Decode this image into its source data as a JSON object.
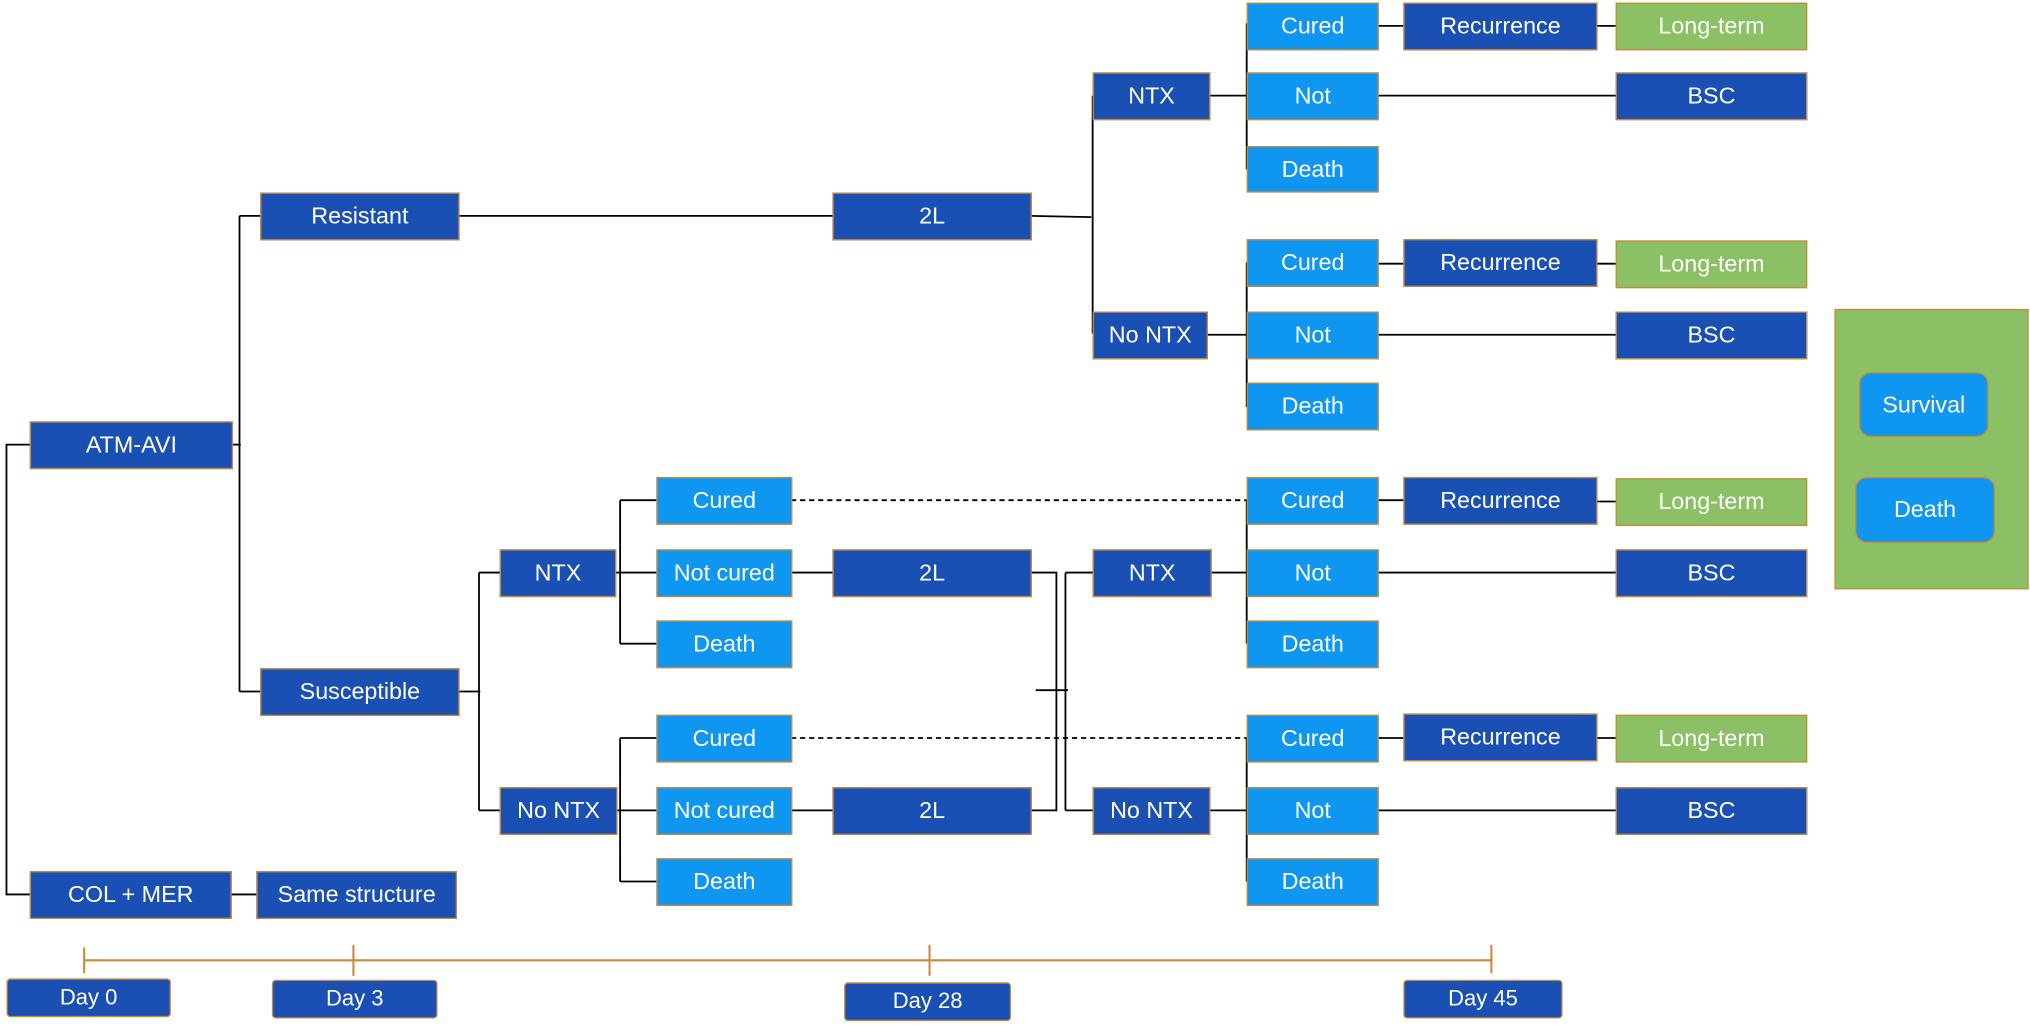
{
  "colors": {
    "dark_node": "#1a4fb4",
    "light_node": "#0f96f0",
    "green_node": "#8cc064",
    "border": "#c98a3a",
    "timeline": "#c98a3a",
    "line": "#000000"
  },
  "root": {
    "atm_avi": "ATM-AVI",
    "col_mer": "COL + MER",
    "same_structure": "Same structure"
  },
  "resistant": {
    "label": "Resistant",
    "second_line": "2L",
    "ntx": {
      "label": "NTX",
      "cured": "Cured",
      "recurrence": "Recurrence",
      "long_term": "Long-term",
      "not": "Not",
      "bsc": "BSC",
      "death": "Death"
    },
    "no_ntx": {
      "label": "No NTX",
      "cured": "Cured",
      "recurrence": "Recurrence",
      "long_term": "Long-term",
      "not": "Not",
      "bsc": "BSC",
      "death": "Death"
    }
  },
  "susceptible": {
    "label": "Susceptible",
    "ntx": {
      "label": "NTX",
      "cured": "Cured",
      "not_cured": "Not cured",
      "death": "Death",
      "second_line": "2L"
    },
    "no_ntx": {
      "label": "No NTX",
      "cured": "Cured",
      "not_cured": "Not cured",
      "death": "Death",
      "second_line": "2L"
    },
    "second_line_ntx": {
      "label": "NTX",
      "cured": "Cured",
      "recurrence": "Recurrence",
      "long_term": "Long-term",
      "not": "Not",
      "bsc": "BSC",
      "death": "Death"
    },
    "second_line_no_ntx": {
      "label": "No NTX",
      "cured": "Cured",
      "recurrence": "Recurrence",
      "long_term": "Long-term",
      "not": "Not",
      "bsc": "BSC",
      "death": "Death"
    }
  },
  "markov": {
    "survival": "Survival",
    "death": "Death"
  },
  "timeline": {
    "day0": "Day 0",
    "day3": "Day 3",
    "day28": "Day 28",
    "day45": "Day 45"
  }
}
